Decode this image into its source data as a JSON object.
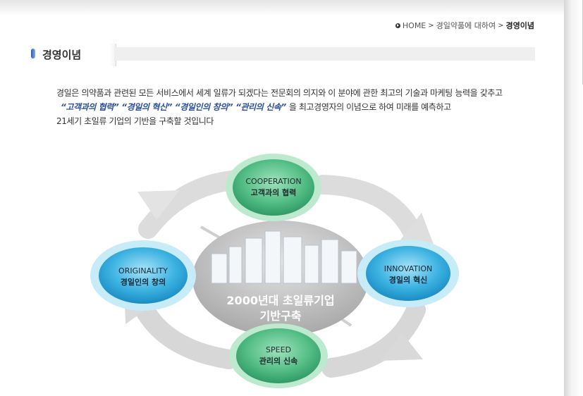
{
  "breadcrumb": {
    "home": "HOME",
    "parent": "경일약품에 대하여",
    "current": "경영이념"
  },
  "page_title": "경영이념",
  "intro": {
    "line1": "경일은 의약품과 관련된 모든 서비스에서 세계 일류가 되겠다는 전문회의 의지와 이 분야에 관한 최고의 기술과 마케팅 능력을 갖추고",
    "quotes": [
      "“고객과의 협력”",
      "“경일의 혁신”",
      "“경일인의 창의”",
      "“관리의 신속”"
    ],
    "line2_tail": "을 최고경영자의 이념으로 하여 미래를 예측하고",
    "line3": "21세기 초일류 기업의 기반을 구축할 것입니다"
  },
  "diagram": {
    "center": {
      "line1": "2000년대 초일류기업",
      "line2": "기반구축"
    },
    "cooperation": {
      "en": "COOPERATION",
      "ko": "고객과의 협력"
    },
    "innovation": {
      "en": "INNOVATION",
      "ko": "경일의 혁신"
    },
    "speed": {
      "en": "SPEED",
      "ko": "관리의 신속"
    },
    "originality": {
      "en": "ORIGINALITY",
      "ko": "경일인의 창의"
    }
  },
  "colors": {
    "green_bubble": "#3fae77",
    "blue_bubble": "#2ea3d6",
    "accent_blue": "#2a4fa0"
  }
}
